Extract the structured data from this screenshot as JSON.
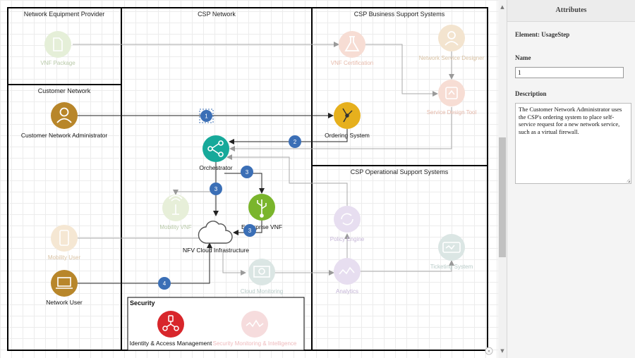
{
  "diagram": {
    "lanes": {
      "nep": "Network Equipment Provider",
      "csp_network": "CSP Network",
      "bss": "CSP Business Support Systems",
      "customer_network": "Customer Network",
      "oss": "CSP Operational Support Systems",
      "security": "Security"
    },
    "nodes": {
      "vnf_package": "VNF Package",
      "vnf_certification": "VNF Certification",
      "network_service_designer": "Network Service Designer",
      "service_design_tool": "Service Design Tool",
      "customer_network_admin": "Customer Network Administrator",
      "ordering_system": "Ordering System",
      "orchestrator": "Orchestrator",
      "mobility_vnf": "Mobility VNF",
      "enterprise_vnf": "Enterprise VNF",
      "nfv_cloud": "NFV Cloud Infrastructure",
      "mobility_user": "Mobility User",
      "network_user": "Network User",
      "policy_engine": "Policy Engine",
      "analytics": "Analytics",
      "ticketing_system": "Ticketing System",
      "cloud_monitoring": "Cloud Monitoring",
      "iam": "Identity & Access Management",
      "security_monitoring": "Security Monitoring & Intelligence"
    },
    "steps": {
      "s1": "1",
      "s2": "2",
      "s3a": "3",
      "s3b": "3",
      "s3c": "3",
      "s4": "4"
    },
    "colors": {
      "step_badge": "#3b6fb6",
      "admin_user": "#b8862a",
      "ordering": "#e6b01d",
      "orchestrator": "#17a99a",
      "enterprise_vnf": "#7ab52c",
      "iam": "#d8262b",
      "lane_border": "#000000"
    },
    "close_glyph": "×"
  },
  "panel": {
    "header": "Attributes",
    "element_line": "Element:  UsageStep",
    "name_label": "Name",
    "name_value": "1",
    "description_label": "Description",
    "description_text": "The Customer Network Administrator uses the CSP's ordering system to place self-service request for a new network service, such as a virtual firewall."
  },
  "scrollbar": {
    "up_arrow": "▲",
    "down_arrow": "▼"
  }
}
